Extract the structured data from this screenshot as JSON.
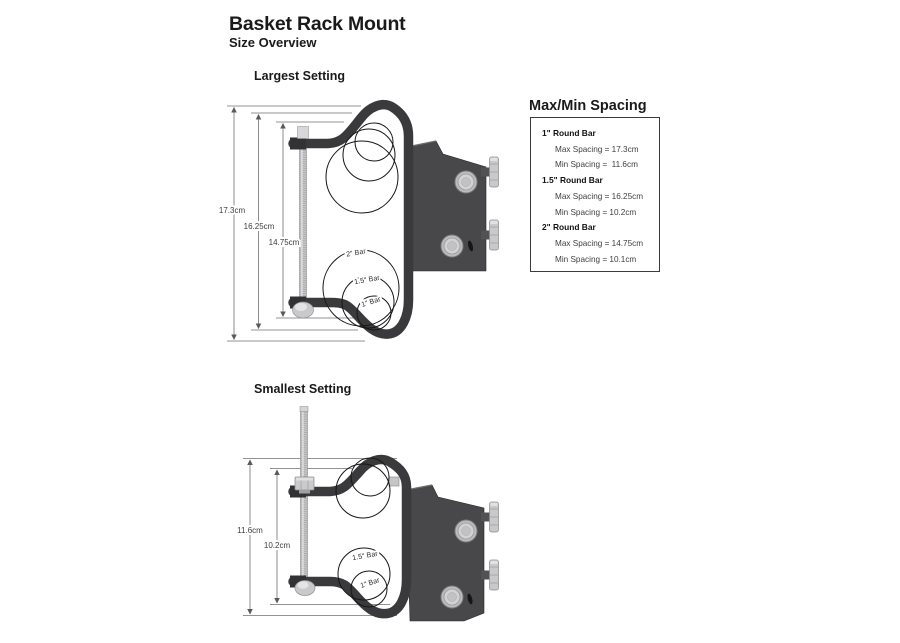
{
  "header": {
    "title": "Basket Rack Mount",
    "subtitle": "Size Overview"
  },
  "largest": {
    "label": "Largest Setting",
    "dim1": "17.3cm",
    "dim2": "16.25cm",
    "dim3": "14.75cm",
    "bar1": "2\" Bar",
    "bar2": "1.5\" Bar",
    "bar3": "1\" Bar"
  },
  "smallest": {
    "label": "Smallest Setting",
    "dim1": "11.6cm",
    "dim2": "10.2cm",
    "bar1": "1.5\" Bar",
    "bar2": "1\" Bar"
  },
  "spacing": {
    "title": "Max/Min Spacing",
    "groups": [
      {
        "name": "1\" Round Bar",
        "max": "Max Spacing = 17.3cm",
        "min": "Min Spacing =  11.6cm"
      },
      {
        "name": "1.5\" Round Bar",
        "max": "Max Spacing = 16.25cm",
        "min": "Min Spacing = 10.2cm"
      },
      {
        "name": "2\" Round Bar",
        "max": "Max Spacing = 14.75cm",
        "min": "Min Spacing = 10.1cm"
      }
    ]
  },
  "colors": {
    "bracket": "#3a3a3c",
    "plate": "#48484b",
    "metal": "#c9c9cb",
    "dimension_line": "#6f6f6f"
  }
}
